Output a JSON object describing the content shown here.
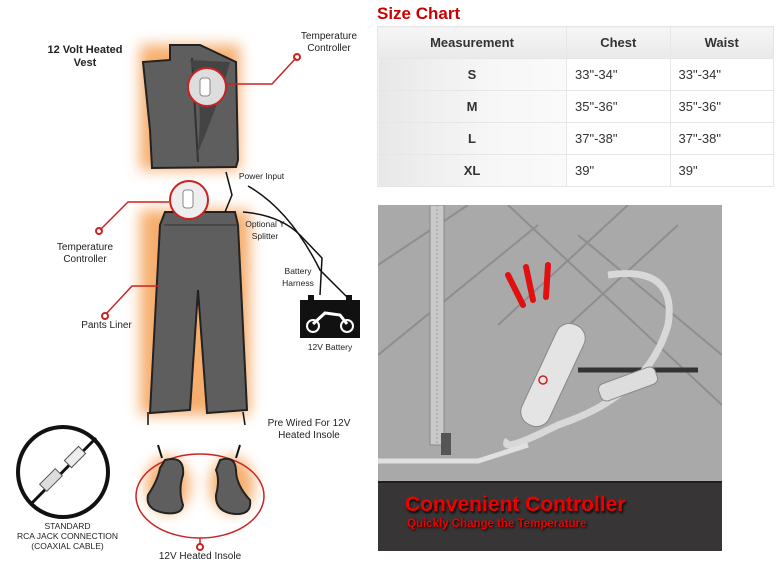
{
  "diagram": {
    "vest_title": "12 Volt Heated Vest",
    "vest_controller_label": "Temperature Controller",
    "pants_controller_label": "Temperature Controller",
    "power_input_label": "Power Input",
    "y_splitter_label": "Optional Y Splitter",
    "battery_harness_label": "Battery Harness",
    "battery_label": "12V Battery",
    "pants_liner_label": "Pants Liner",
    "prewired_label": "Pre Wired For 12V Heated Insole",
    "insole_label": "12V Heated Insole",
    "rca_label_1": "STANDARD",
    "rca_label_2": "RCA JACK CONNECTION",
    "rca_label_3": "(COAXIAL CABLE)",
    "accent_color": "#cc2222"
  },
  "size_chart": {
    "title": "Size Chart",
    "headers": [
      "Measurement",
      "Chest",
      "Waist"
    ],
    "rows": [
      [
        "S",
        "33\"-34\"",
        "33\"-34\""
      ],
      [
        "M",
        "35\"-36\"",
        "35\"-36\""
      ],
      [
        "L",
        "37\"-38\"",
        "37\"-38\""
      ],
      [
        "XL",
        "39\"",
        "39\""
      ]
    ]
  },
  "controller_photo": {
    "title": "Convenient Controller",
    "subtitle": "Quickly Change the Temperature"
  }
}
